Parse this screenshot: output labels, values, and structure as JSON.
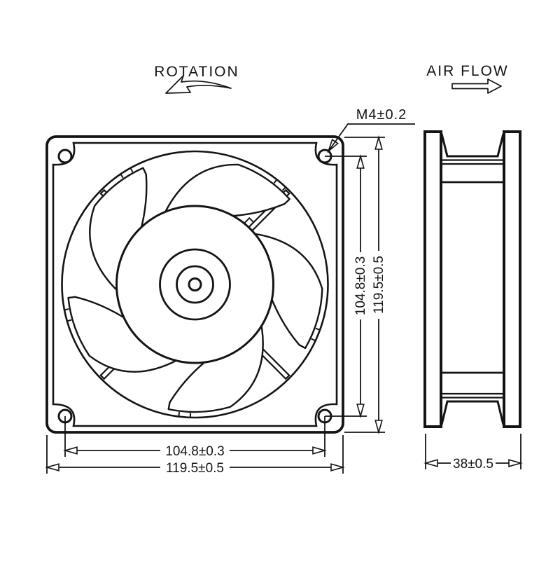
{
  "drawing": {
    "type": "axial-fan-dimensional-drawing",
    "background": "#ffffff",
    "ink_color": "#141414"
  },
  "labels": {
    "rotation": "ROTATION",
    "air_flow": "AIR FLOW",
    "mounting_hole_thread": "M4±0.2"
  },
  "front_view": {
    "name": "fan-front-view",
    "blade_count": 5,
    "strut_count": 4,
    "screw_hole_count": 4,
    "dimensions": {
      "hole_pitch_horizontal": "104.8±0.3",
      "frame_width": "119.5±0.5",
      "hole_pitch_vertical": "104.8±0.3",
      "frame_height": "119.5±0.5"
    }
  },
  "side_view": {
    "name": "fan-side-view",
    "dimensions": {
      "depth": "38±0.5"
    }
  },
  "icons": {
    "rotation_arrow": "curved-arrow-counterclockwise",
    "airflow_arrow": "arrow-right-outline"
  }
}
